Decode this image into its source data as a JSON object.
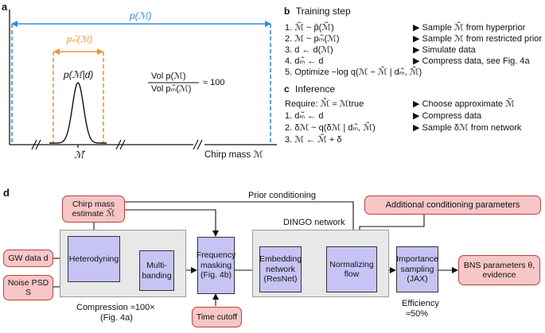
{
  "panel_a": {
    "label": "a",
    "p_M": "p(ℳ)",
    "p_restricted": "pₘ̃(ℳ)",
    "posterior": "p(ℳ|d)",
    "ratio_num": "Vol p(ℳ)",
    "ratio_den": "Vol pₘ̃(ℳ)",
    "ratio_val": "≈ 100",
    "x_tick_label": "ℳ̃",
    "xlabel": "Chirp mass ℳ",
    "colors": {
      "outer": "#2f8fd6",
      "inner": "#f2922b",
      "curve": "#111111"
    }
  },
  "panel_b": {
    "label": "b",
    "title": "Training step",
    "steps": [
      {
        "text": "1. ℳ̃ ~ p̂(ℳ̃)",
        "desc": "▶ Sample ℳ̃ from hyperprior"
      },
      {
        "text": "2. ℳ ~ pₘ̃(ℳ)",
        "desc": "▶ Sample ℳ from restricted prior"
      },
      {
        "text": "3. d ← d(ℳ)",
        "desc": "▶ Simulate data"
      },
      {
        "text": "4. dₘ̃ ← d",
        "desc": "▶ Compress data, see Fig. 4a"
      },
      {
        "text": "5. Optimize −log q(ℳ − ℳ̃ | dₘ̃, ℳ̃)",
        "desc": ""
      }
    ]
  },
  "panel_c": {
    "label": "c",
    "title": "Inference",
    "require": "Require: ℳ̃ ≈ ℳtrue",
    "require_desc": "▶ Choose approximate ℳ̃",
    "steps": [
      {
        "text": "1. dₘ̃ ← d",
        "desc": "▶ Compress data"
      },
      {
        "text": "2. δℳ ~ q(δℳ | dₘ̃, ℳ̃)",
        "desc": "▶ Sample δℳ from network"
      },
      {
        "text": "3. ℳ ← ℳ̃ + δ",
        "desc": ""
      }
    ]
  },
  "panel_d": {
    "label": "d",
    "chirp_estimate": "Chirp mass estimate ℳ̃",
    "gw_data": "GW data d",
    "noise_psd": "Noise PSD S",
    "heterodyning": "Heterodyning",
    "multibanding": "Multi-banding",
    "freq_masking": "Frequency masking (Fig. 4b)",
    "time_cutoff": "Time cutoff",
    "embedding": "Embedding network (ResNet)",
    "normalizing": "Normalizing flow",
    "importance": "Importance sampling (JAX)",
    "bns_params": "BNS parameters θ, evidence",
    "additional": "Additional conditioning parameters",
    "prior_conditioning": "Prior conditioning",
    "dingo_network": "DINGO network",
    "compression": "Compression ≈100×",
    "compression_ref": "(Fig. 4a)",
    "efficiency": "Efficiency",
    "efficiency_val": "≈50%"
  }
}
